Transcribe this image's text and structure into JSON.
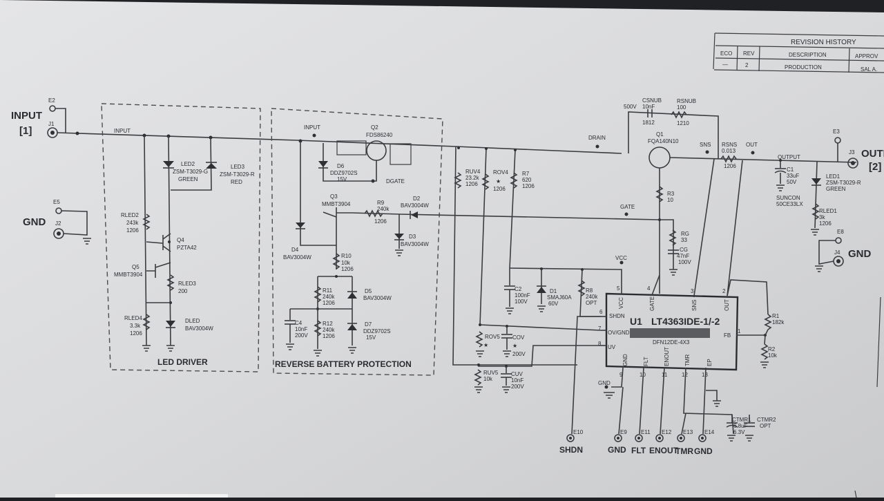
{
  "revision": {
    "title": "REVISION HISTORY",
    "headers": [
      "ECO",
      "REV",
      "DESCRIPTION",
      "APPROV"
    ],
    "row": [
      "—",
      "2",
      "PRODUCTION",
      "SAL A."
    ]
  },
  "ports": {
    "input": "INPUT",
    "input_num": "[1]",
    "output": "OUTP",
    "output_num": "[2]",
    "gnd_left": "GND",
    "gnd_right": "GND",
    "e2": "E2",
    "j1": "J1",
    "e5": "E5",
    "j2": "J2",
    "e3": "E3",
    "j3": "J3",
    "e8": "E8",
    "j4": "J4"
  },
  "nets": {
    "input": "INPUT",
    "input2": "INPUT",
    "drain": "DRAIN",
    "gate": "GATE",
    "vcc": "VCC",
    "dgate": "DGATE",
    "sns": "SNS",
    "out": "OUT",
    "output": "OUTPUT",
    "gnd": "GND"
  },
  "blocks": {
    "led_driver": "LED DRIVER",
    "reverse_battery": "REVERSE BATTERY PROTECTION"
  },
  "components": {
    "led2": [
      "LED2",
      "ZSM-T3029-G",
      "GREEN"
    ],
    "led3": [
      "LED3",
      "ZSM-T3029-R",
      "RED"
    ],
    "rled2": [
      "RLED2",
      "243k",
      "1206"
    ],
    "q4": [
      "Q4",
      "PZTA42"
    ],
    "q5": [
      "Q5",
      "MMBT3904"
    ],
    "rled3": [
      "RLED3",
      "200"
    ],
    "rled4": [
      "RLED4",
      "3.3k",
      "1206"
    ],
    "dled": [
      "DLED",
      "BAV3004W"
    ],
    "q2": [
      "Q2",
      "FDS86240"
    ],
    "d6": [
      "D6",
      "DDZ9702S",
      "15V"
    ],
    "q3": [
      "Q3",
      "MMBT3904"
    ],
    "r9": [
      "R9",
      "240k",
      "1206"
    ],
    "d2": [
      "D2",
      "BAV3004W"
    ],
    "d3": [
      "D3",
      "BAV3004W"
    ],
    "d4": [
      "D4",
      "BAV3004W"
    ],
    "r10": [
      "R10",
      "10k",
      "1206"
    ],
    "r11": [
      "R11",
      "240k",
      "1206"
    ],
    "d5": [
      "D5",
      "BAV3004W"
    ],
    "c4": [
      "C4",
      "10nF",
      "200V"
    ],
    "r12": [
      "R12",
      "240k",
      "1206"
    ],
    "d7": [
      "D7",
      "DDZ9702S",
      "15V"
    ],
    "ruv4": [
      "RUV4",
      "23.2k",
      "1206"
    ],
    "rov4": [
      "ROV4",
      "★",
      "1206"
    ],
    "r7": [
      "R7",
      "620",
      "1206"
    ],
    "csnub": [
      "CSNUB",
      "500V",
      "10nF",
      "1812"
    ],
    "rsnub": [
      "RSNUB",
      "100",
      "1210"
    ],
    "q1": [
      "Q1",
      "FQA140N10"
    ],
    "r3": [
      "R3",
      "10"
    ],
    "rg": [
      "RG",
      "33"
    ],
    "cg": [
      "CG",
      "47nF",
      "100V"
    ],
    "rsns": [
      "RSNS",
      "0.013",
      "1206"
    ],
    "c1": [
      "C1",
      "33uF",
      "50V",
      "SUNCON",
      "50CE33LX"
    ],
    "led1": [
      "LED1",
      "ZSM-T3029-R",
      "GREEN"
    ],
    "rled1": [
      "RLED1",
      "3k",
      "1206"
    ],
    "c2": [
      "C2",
      "100nF",
      "100V"
    ],
    "d1": [
      "D1",
      "SMAJ60A",
      "60V"
    ],
    "r8": [
      "R8",
      "240k",
      "OPT"
    ],
    "rov5": [
      "ROV5",
      "★"
    ],
    "cov": [
      "COV",
      "★",
      "200V"
    ],
    "ruv5": [
      "RUV5",
      "10k"
    ],
    "cuv": [
      "CUV",
      "10nF",
      "200V"
    ],
    "r1": [
      "R1",
      "182k"
    ],
    "r2": [
      "R2",
      "10k"
    ],
    "ctmr1": [
      "CTMR1",
      "6.8uF",
      "6.3V"
    ],
    "ctmr2": [
      "CTMR2",
      "OPT"
    ]
  },
  "ic": {
    "ref": "U1",
    "part": "LT4363IDE-1/-2",
    "package": "DFN12DE-4X3",
    "pins_top": [
      "VCC",
      "GATE",
      "SNS",
      "OUT"
    ],
    "pins_top_num": [
      "5",
      "4",
      "3",
      "2"
    ],
    "pins_left": [
      "SHDN",
      "OV/GND",
      "UV"
    ],
    "pins_left_num": [
      "6",
      "7",
      "8"
    ],
    "pins_bottom": [
      "GND",
      "FLT",
      "ENOUT",
      "TMR",
      "EP"
    ],
    "pins_bottom_num": [
      "9",
      "10",
      "11",
      "12",
      "13"
    ],
    "pin_right": "FB",
    "pin_right_num": "1"
  },
  "test_points": {
    "e10": "E10",
    "e9": "E9",
    "e11": "E11",
    "e12": "E12",
    "e13": "E13",
    "e14": "E14",
    "shdn": "SHDN",
    "gnd": "GND",
    "flt": "FLT",
    "enout": "ENOUT",
    "tmr": "TMR",
    "gnd2": "GND"
  }
}
